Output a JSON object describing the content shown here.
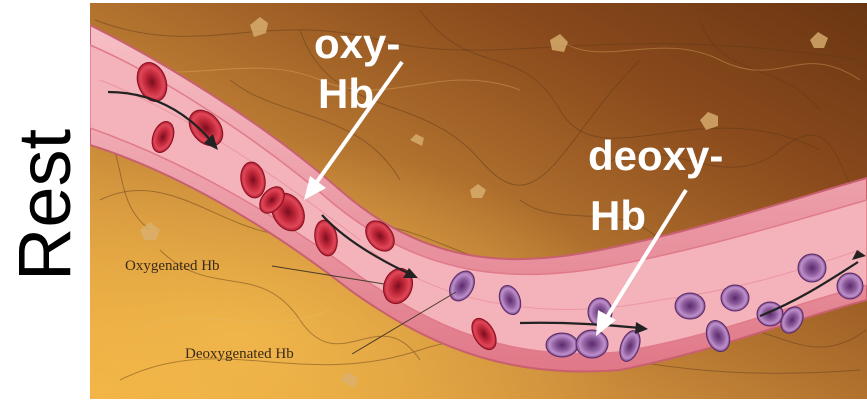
{
  "panel_label": "Rest",
  "annotations": {
    "oxy_line1": "oxy-",
    "oxy_line2": "Hb",
    "deoxy_line1": "deoxy-",
    "deoxy_line2": "Hb"
  },
  "inline_labels": {
    "oxygenated": "Oxygenated Hb",
    "deoxygenated": "Deoxygenated Hb"
  },
  "colors": {
    "background_light": "#e8a23a",
    "background_dark": "#6e3a12",
    "vessel_wall": "#e88a98",
    "vessel_lumen": "#f2a8b0",
    "oxygenated_cell": "#c8283c",
    "deoxygenated_cell": "#9a6aa8",
    "annotation_text": "#ffffff"
  }
}
